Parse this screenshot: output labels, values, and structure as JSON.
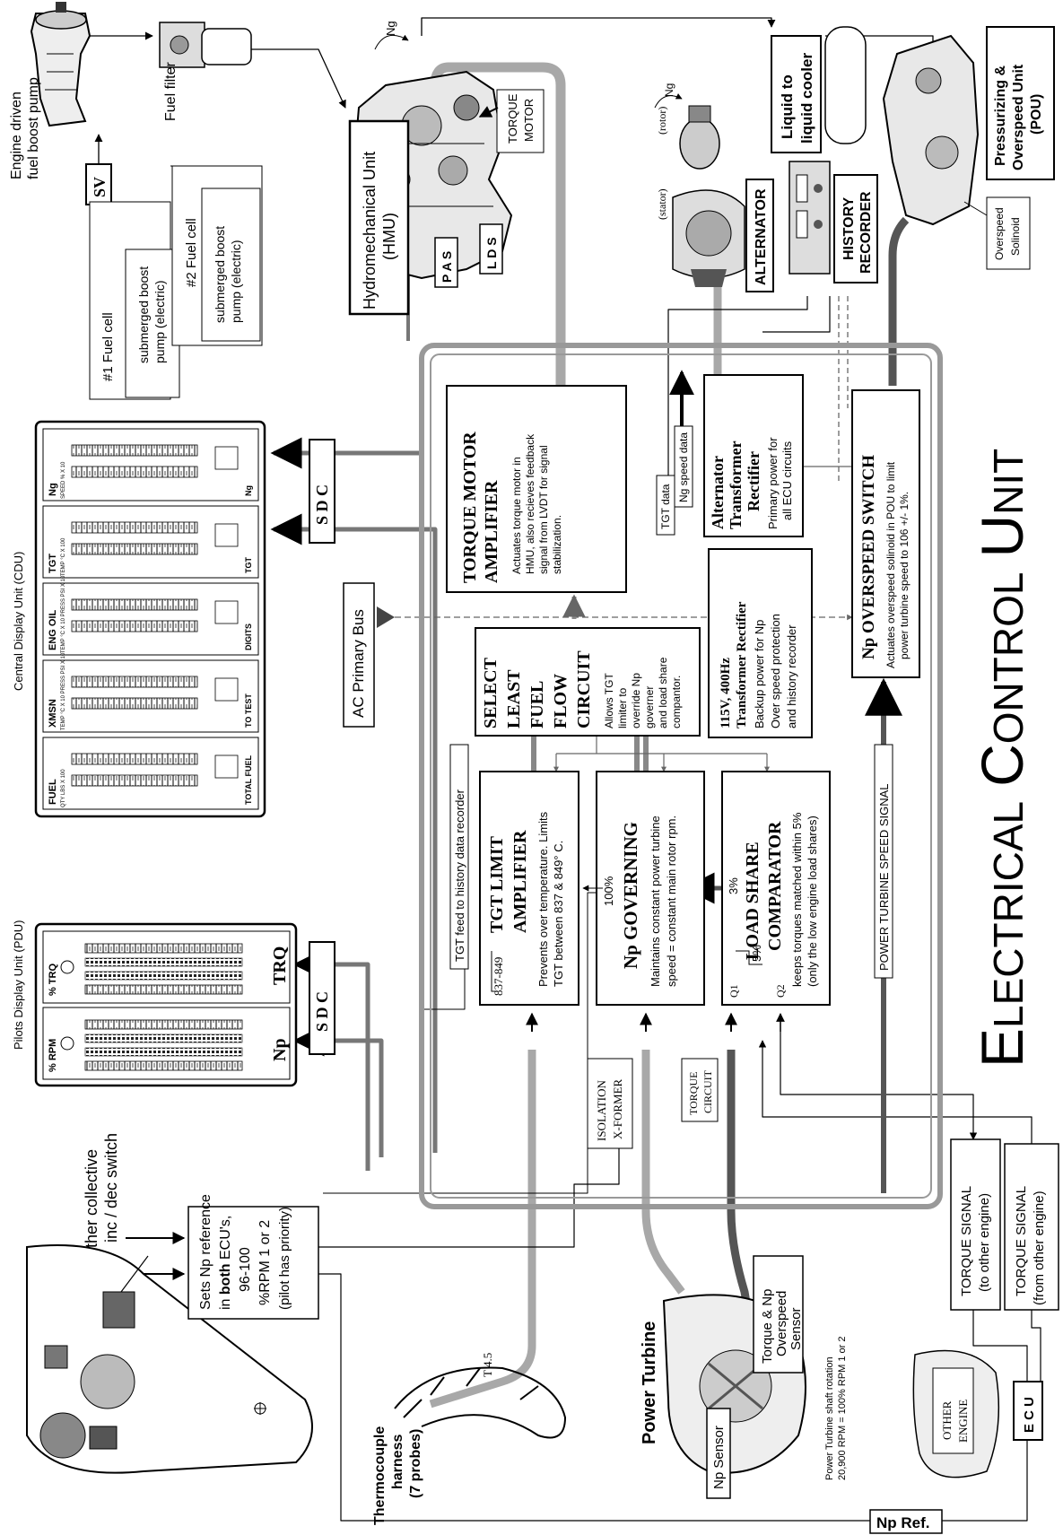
{
  "title": {
    "e": "E",
    "lectrical": "LECTRICAL",
    "c": "C",
    "ontrol": "ONTROL",
    "u": "U",
    "nit": "NIT"
  },
  "ecu_blocks": {
    "tma": {
      "title1": "TORQUE MOTOR",
      "title2": "AMPLIFIER",
      "d1": "Actuates torque motor in",
      "d2": "HMU, also recieves feedback",
      "d3": "signal from LVDT for signal",
      "d4": "stabilization."
    },
    "atr": {
      "t1": "Alternator",
      "t2": "Transformer",
      "t3": "Rectifier",
      "d1": "Primary power for",
      "d2": "all ECU circuits"
    },
    "ng_speed_data": "Ng speed data",
    "tgt_data": "TGT data",
    "ovs": {
      "title": "Np OVERSPEED SWITCH",
      "d1": "Actuates overspeed solinoid in POU to limit",
      "d2": "power turbine speed to 106 +/- 1%."
    },
    "slff": {
      "t1": "SELECT",
      "t2": "LEAST",
      "t3": "FUEL",
      "t4": "FLOW",
      "t5": "CIRCUIT",
      "d1": "Allows TGT",
      "d2": "limiter to",
      "d3": "override Np",
      "d4": "governer",
      "d5": "and load share",
      "d6": "compantor."
    },
    "backup": {
      "t1": "115V, 400Hz",
      "t2": "Transformer Rectifier",
      "d1": "Backup power for Np",
      "d2": "Over speed protection",
      "d3": "and history recorder"
    },
    "tgt": {
      "t1": "TGT LIMIT",
      "t2": "AMPLIFIER",
      "d1": "Prevents over temperature. Limits",
      "d2": "TGT between 837 & 849° C.",
      "range": "837-849"
    },
    "npg": {
      "t1": "Np GOVERNING",
      "pct": "100%",
      "d1": "Maintains constant power turbine",
      "d2": "speed = constant  main rotor rpm."
    },
    "lsc": {
      "t1": "LOAD SHARE",
      "t2": "COMPARATOR",
      "pct": "3%",
      "pct2": "5%",
      "q1": "Q1",
      "q2": "Q2",
      "d1": "keeps torques matched within 5%",
      "d2": "(only the low engine load shares)"
    },
    "tgt_feed": "TGT feed to history data recorder",
    "pt_speed": "POWER TURBINE SPEED SIGNAL",
    "iso1": "ISOLATION",
    "iso2": "X-FORMER",
    "tc1": "TORQUE",
    "tc2": "CIRCUIT"
  },
  "components": {
    "boost_pump1": "Engine driven",
    "boost_pump2": "fuel boost pump",
    "fuel_filter": "Fuel filter",
    "sv": "SV",
    "cell1": "#1 Fuel cell",
    "cell2": "#2 Fuel cell",
    "sbp1": "submerged boost",
    "sbp2": "pump (electric)",
    "hmu1": "Hydromechanical Unit",
    "hmu2": "(HMU)",
    "torque_motor1": "TORQUE",
    "torque_motor2": "MOTOR",
    "pas": "P A S",
    "lds": "L D S",
    "ng": "Ng",
    "rotor": "(rotor)",
    "stator": "(stator)",
    "alternator": "ALTERNATOR",
    "history1": "HISTORY",
    "history2": "RECORDER",
    "cooler1": "Liquid to",
    "cooler2": "liquid cooler",
    "pou1": "Pressurizing &",
    "pou2": "Overspeed Unit",
    "pou3": "(POU)",
    "ovs_sol1": "Overspeed",
    "ovs_sol2": "Solinoid",
    "sdc": "S D C",
    "ac_bus": "AC Primary Bus",
    "cdu": "Central Display Unit  (CDU)",
    "pdu": "Pilots Display Unit  (PDU)",
    "collective1": "Other collective",
    "collective2": "inc / dec switch",
    "npref1": "Sets Np reference",
    "npref2a": "in ",
    "npref2b": "both",
    "npref2c": " ECU's,",
    "npref3": "96-100",
    "npref4": "%RPM 1 or 2",
    "npref5": "(pilot has priority)",
    "thermo1": "Thermocouple",
    "thermo2": "harness",
    "thermo3": "(7 probes)",
    "t45": "T 4.5",
    "power_turbine": "Power Turbine",
    "tnp1": "Torque & Np",
    "tnp2": "Overspeed",
    "tnp3": "Sensor",
    "np_sensor": "Np Sensor",
    "ptrot1": "Power Turbine shaft rotation",
    "ptrot2": "20,900 RPM = 100% RPM 1 or 2",
    "ts_to1": "TORQUE SIGNAL",
    "ts_to2": "(to other engine)",
    "ts_from1": "TORQUE SIGNAL",
    "ts_from2": "(from other engine)",
    "other_engine1": "OTHER",
    "other_engine2": "ENGINE",
    "ecu": "E C U",
    "np_ref": "Np Ref."
  },
  "cdu_gauges": [
    {
      "name": "Ng",
      "sub": "SPEED % X 10",
      "tag": "Ng"
    },
    {
      "name": "TGT",
      "sub": "TEMP °C X 100",
      "tag": "TGT"
    },
    {
      "name": "ENG OIL",
      "sub": "TEMP °C X 10   PRESS PSI X 10",
      "tag": "DIGITS"
    },
    {
      "name": "XMSN",
      "sub": "TEMP °C X 10   PRESS PSI X 10",
      "tag": "TO TEST"
    },
    {
      "name": "FUEL",
      "sub": "QTY LBS X 100",
      "tag": "TOTAL FUEL"
    }
  ],
  "pdu_gauges": [
    {
      "name": "% TRQ",
      "tag": "TRQ"
    },
    {
      "name": "% RPM",
      "tag": "Np"
    }
  ]
}
